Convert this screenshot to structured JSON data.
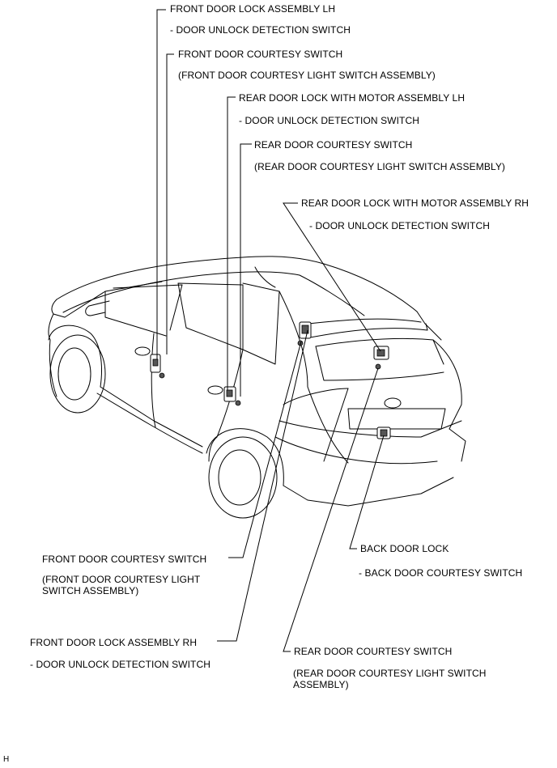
{
  "labels": {
    "front_lock_lh": {
      "title": "FRONT DOOR LOCK ASSEMBLY LH",
      "sub": "- DOOR UNLOCK DETECTION SWITCH"
    },
    "front_courtesy_top": {
      "title": "FRONT DOOR COURTESY SWITCH",
      "sub": "(FRONT DOOR COURTESY LIGHT SWITCH ASSEMBLY)"
    },
    "rear_lock_lh": {
      "title": "REAR DOOR LOCK WITH MOTOR ASSEMBLY LH",
      "sub": "- DOOR UNLOCK DETECTION SWITCH"
    },
    "rear_courtesy_top": {
      "title": "REAR DOOR COURTESY SWITCH",
      "sub": "(REAR DOOR COURTESY LIGHT SWITCH ASSEMBLY)"
    },
    "rear_lock_rh": {
      "title": "REAR DOOR LOCK WITH MOTOR ASSEMBLY RH",
      "sub": "- DOOR UNLOCK DETECTION SWITCH"
    },
    "back_door_lock": {
      "title": "BACK DOOR LOCK",
      "sub": "- BACK DOOR COURTESY SWITCH"
    },
    "front_courtesy_bottom": {
      "title": "FRONT DOOR COURTESY SWITCH",
      "sub": "(FRONT DOOR COURTESY LIGHT SWITCH ASSEMBLY)"
    },
    "front_lock_rh": {
      "title": "FRONT DOOR LOCK ASSEMBLY RH",
      "sub": "- DOOR UNLOCK DETECTION SWITCH"
    },
    "rear_courtesy_bottom": {
      "title": "REAR DOOR COURTESY SWITCH",
      "sub": "(REAR DOOR COURTESY LIGHT SWITCH ASSEMBLY)"
    }
  },
  "corner_mark": "H"
}
